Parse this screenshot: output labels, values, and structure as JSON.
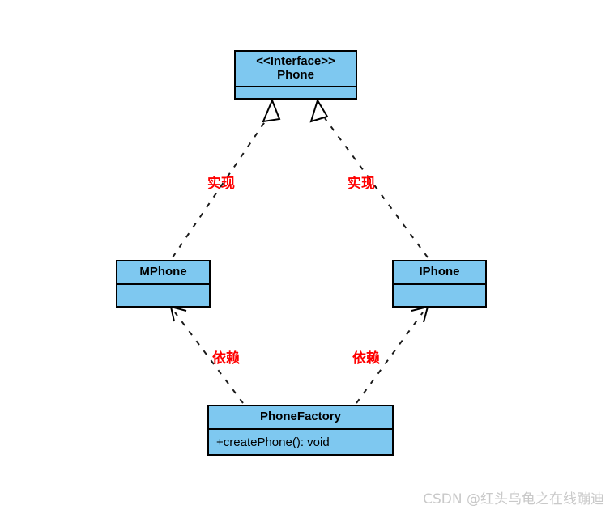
{
  "diagram": {
    "type": "uml-class-diagram",
    "background_color": "#ffffff",
    "node_fill_color": "#7ec8f0",
    "node_border_color": "#000000",
    "edge_label_color": "#ff0000",
    "nodes": [
      {
        "id": "phone",
        "stereotype": "<<Interface>>",
        "name": "Phone",
        "members": []
      },
      {
        "id": "mphone",
        "name": "MPhone",
        "members": []
      },
      {
        "id": "iphone",
        "name": "IPhone",
        "members": []
      },
      {
        "id": "phonefactory",
        "name": "PhoneFactory",
        "members": [
          "+createPhone(): void"
        ]
      }
    ],
    "edges": [
      {
        "id": "mphone-realizes-phone",
        "from": "MPhone",
        "to": "Phone",
        "kind": "realization",
        "line": "dashed",
        "arrowhead": "hollow-triangle",
        "label": "实现"
      },
      {
        "id": "iphone-realizes-phone",
        "from": "IPhone",
        "to": "Phone",
        "kind": "realization",
        "line": "dashed",
        "arrowhead": "hollow-triangle",
        "label": "实现"
      },
      {
        "id": "phonefactory-depends-mphone",
        "from": "PhoneFactory",
        "to": "MPhone",
        "kind": "dependency",
        "line": "dashed",
        "arrowhead": "open-stick",
        "label": "依赖"
      },
      {
        "id": "phonefactory-depends-iphone",
        "from": "PhoneFactory",
        "to": "IPhone",
        "kind": "dependency",
        "line": "dashed",
        "arrowhead": "open-stick",
        "label": "依赖"
      }
    ]
  },
  "watermark": {
    "text": "CSDN @红头乌龟之在线蹦迪",
    "color": "#c9c9c9"
  }
}
